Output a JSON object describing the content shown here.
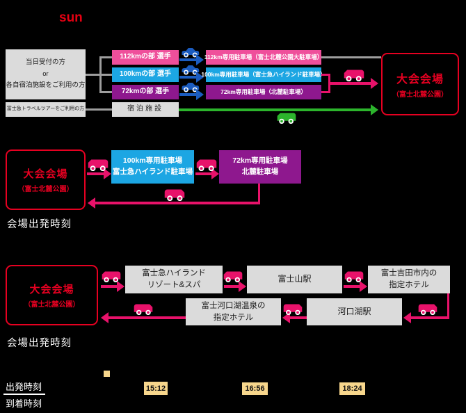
{
  "header": {
    "sun_label": "sun"
  },
  "colors": {
    "pink_box": "#ef4f9b",
    "blue_box": "#1ca6e3",
    "purple_box": "#8e188e",
    "venue_red": "#e60021",
    "bus_pink": "#e8126a",
    "bus_green": "#2cb42c",
    "car_blue": "#1b5cc0",
    "gray_box": "#dbdbdb",
    "time_tan": "#f7d68c"
  },
  "access": {
    "origin_self": {
      "line1": "当日受付の方",
      "line2": "or",
      "line3": "各自宿泊施設をご利用の方"
    },
    "origin_tour": {
      "label": "富士急トラベルツアーをご利用の方"
    },
    "groups": [
      {
        "label": "112kmの部 選手",
        "parking": "112km専用駐車場（富士北麓公園大駐車場）"
      },
      {
        "label": "100kmの部 選手",
        "parking": "100km専用駐車場（富士急ハイランド駐車場）"
      },
      {
        "label": "72kmの部 選手",
        "parking": "72km専用駐車場（北麓駐車場）"
      }
    ],
    "lodging": {
      "label": "宿泊施設"
    },
    "venue": {
      "title": "大会会場",
      "subtitle": "（富士北麓公園）"
    }
  },
  "return_parking": {
    "venue": {
      "title": "大会会場",
      "subtitle": "（富士北麓公園）"
    },
    "stop1": {
      "line1": "100km専用駐車場",
      "line2": "富士急ハイランド駐車場"
    },
    "stop2": {
      "line1": "72km専用駐車場",
      "line2": "北麓駐車場"
    },
    "departure_label": "会場出発時刻"
  },
  "return_hotels": {
    "venue": {
      "title": "大会会場",
      "subtitle": "（富士北麓公園）"
    },
    "resort": {
      "line1": "富士急ハイランド",
      "line2": "リゾート&スパ"
    },
    "fujisan_station": {
      "label": "富士山駅"
    },
    "yoshida_hotels": {
      "line1": "富士吉田市内の",
      "line2": "指定ホテル"
    },
    "kawaguchiko_station": {
      "label": "河口湖駅"
    },
    "onsen_hotels": {
      "line1": "富士河口湖温泉の",
      "line2": "指定ホテル"
    },
    "departure_label": "会場出発時刻"
  },
  "footer": {
    "legend": {
      "departure": "出発時刻",
      "arrival": "到着時刻"
    },
    "times": [
      "15:12",
      "16:56",
      "18:24"
    ]
  }
}
